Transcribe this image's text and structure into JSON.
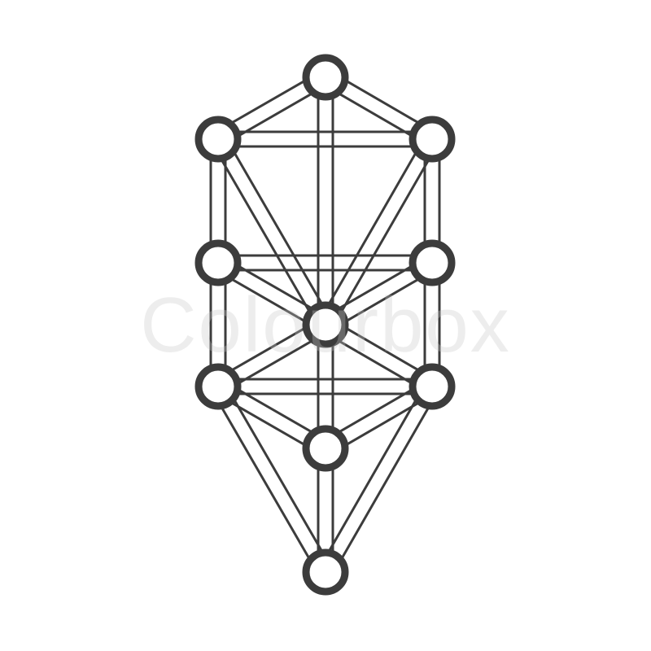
{
  "watermark": {
    "text": "Colourbox"
  },
  "colors": {
    "line": "#3c3c3c",
    "background": "#ffffff",
    "watermark": "#c8c8c8"
  },
  "diagram": {
    "nodes": [
      {
        "id": "n1"
      },
      {
        "id": "n2"
      },
      {
        "id": "n3"
      },
      {
        "id": "n4"
      },
      {
        "id": "n5"
      },
      {
        "id": "n6"
      },
      {
        "id": "n7"
      },
      {
        "id": "n8"
      },
      {
        "id": "n9"
      },
      {
        "id": "n10"
      }
    ],
    "paths": [
      [
        "n1",
        "n2"
      ],
      [
        "n1",
        "n3"
      ],
      [
        "n1",
        "n6"
      ],
      [
        "n2",
        "n3"
      ],
      [
        "n2",
        "n4"
      ],
      [
        "n2",
        "n6"
      ],
      [
        "n3",
        "n5"
      ],
      [
        "n3",
        "n6"
      ],
      [
        "n4",
        "n5"
      ],
      [
        "n4",
        "n6"
      ],
      [
        "n4",
        "n7"
      ],
      [
        "n5",
        "n6"
      ],
      [
        "n5",
        "n8"
      ],
      [
        "n6",
        "n7"
      ],
      [
        "n6",
        "n8"
      ],
      [
        "n6",
        "n9"
      ],
      [
        "n7",
        "n8"
      ],
      [
        "n7",
        "n9"
      ],
      [
        "n7",
        "n10"
      ],
      [
        "n8",
        "n9"
      ],
      [
        "n8",
        "n10"
      ],
      [
        "n9",
        "n10"
      ]
    ]
  }
}
